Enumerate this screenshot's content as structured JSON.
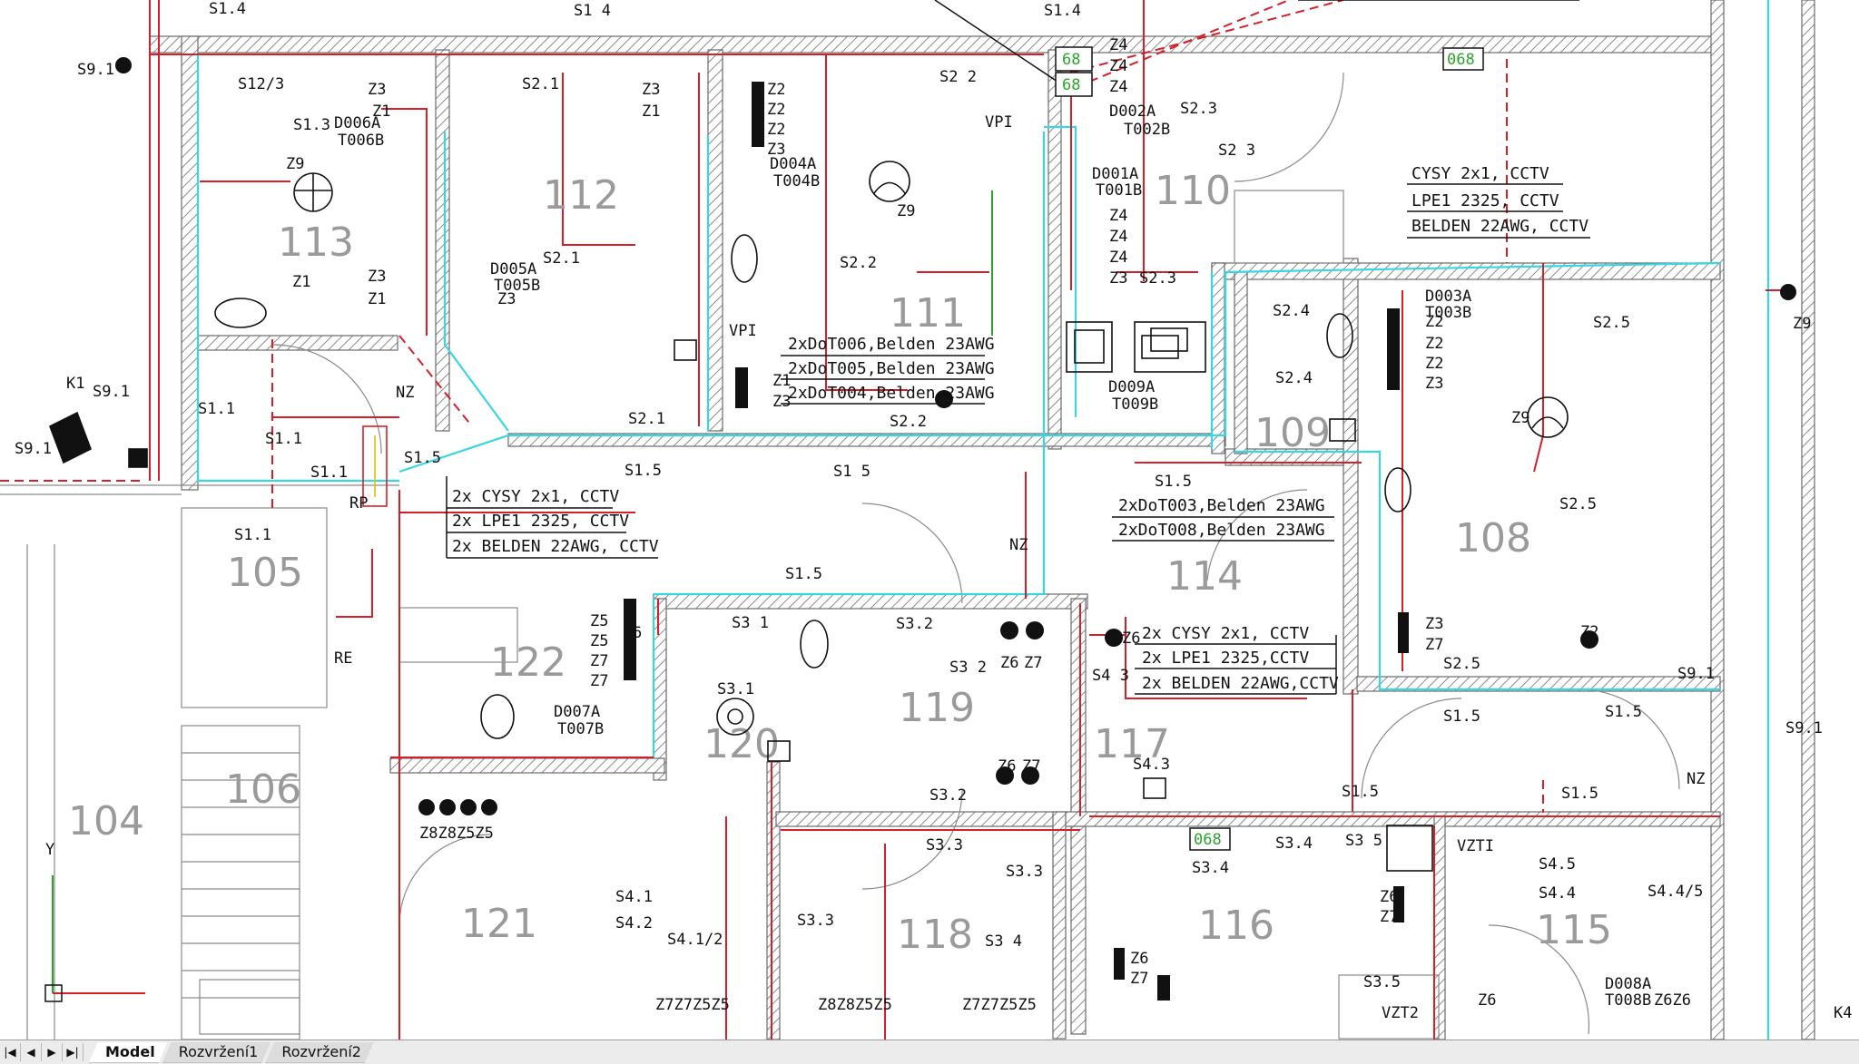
{
  "rooms": [
    {
      "id": "r113",
      "label": "113"
    },
    {
      "id": "r112",
      "label": "112"
    },
    {
      "id": "r111",
      "label": "111"
    },
    {
      "id": "r110",
      "label": "110"
    },
    {
      "id": "r109",
      "label": "109"
    },
    {
      "id": "r108",
      "label": "108"
    },
    {
      "id": "r105",
      "label": "105"
    },
    {
      "id": "r122",
      "label": "122"
    },
    {
      "id": "r120",
      "label": "120"
    },
    {
      "id": "r119",
      "label": "119"
    },
    {
      "id": "r117",
      "label": "117"
    },
    {
      "id": "r114",
      "label": "114"
    },
    {
      "id": "r104",
      "label": "104"
    },
    {
      "id": "r106",
      "label": "106"
    },
    {
      "id": "r121",
      "label": "121"
    },
    {
      "id": "r118",
      "label": "118"
    },
    {
      "id": "r116",
      "label": "116"
    },
    {
      "id": "r115",
      "label": "115"
    }
  ],
  "cable_notes": {
    "top_right": [
      "CYSY 2x1, CCTV",
      "LPE1 2325, CCTV",
      "BELDEN 22AWG, CCTV"
    ],
    "room_111": [
      "2xDoT006,Belden 23AWG",
      "2xDoT005,Belden 23AWG",
      "2xDoT004,Belden 23AWG"
    ],
    "left_mid": [
      "2x CYSY 2x1, CCTV",
      "2x LPE1 2325, CCTV",
      "2x BELDEN 22AWG, CCTV"
    ],
    "room_114": [
      "2xDoT003,Belden 23AWG",
      "2xDoT008,Belden 23AWG"
    ],
    "room_117": [
      "2x CYSY 2x1, CCTV",
      "2x LPE1 2325,CCTV",
      "2x BELDEN 22AWG,CCTV"
    ]
  },
  "device_labels": {
    "S1_4a": "S1.4",
    "S1_4b": "S1 4",
    "S1_4c": "S1.4",
    "S9_1a": "S9.1",
    "S12_3": "S12/3",
    "S2_1a": "S2.1",
    "S2_2a": "S2 2",
    "Z4a": "Z4",
    "Z4b": "Z4",
    "Z4c": "Z4",
    "S2_3a": "S2.3",
    "S2_3b": "S2 3",
    "Z3a": "Z3",
    "Z1a": "Z1",
    "Z3b": "Z3",
    "Z1b": "Z1",
    "Z2a": "Z2",
    "Z2b": "Z2",
    "Z2c": "Z2",
    "Z3c": "Z3",
    "D004A": "D004A",
    "T004B": "T004B",
    "S1_3": "S1.3",
    "D006A": "D006A",
    "T006B": "T006B",
    "Z9a": "Z9",
    "VPI": "VPI",
    "Z9b": "Z9",
    "D002A": "D002A",
    "T002B": "T002B",
    "D001A": "D001A",
    "T001B": "T001B",
    "S2_1b": "S2.1",
    "D005A": "D005A",
    "T005B": "T005B",
    "Z3d": "Z3",
    "Z3e": "Z3",
    "Z1c": "Z1",
    "Z1d": "Z1",
    "S2_2b": "S2.2",
    "Z4d": "Z4",
    "Z4e": "Z4",
    "Z4f": "Z4",
    "Z3f": "Z3",
    "S2_3c": "S2.3",
    "S2_4a": "S2.4",
    "S2_4b": "S2.4",
    "D003A": "D003A",
    "T003B": "T003B",
    "S2_5a": "S2.5",
    "Z9c": "Z9",
    "Z2d": "Z2",
    "Z2e": "Z2",
    "Z2f": "Z2",
    "Z3g": "Z3",
    "K1": "K1",
    "S9_1b": "S9.1",
    "S9_1c": "S9.1",
    "S1_1a": "S1.1",
    "S1_1b": "S1.1",
    "S1_1c": "S1.1",
    "NZa": "NZ",
    "S1_5a": "S1.5",
    "VPIb": "VPI",
    "Z1e": "Z1",
    "Z3h": "Z3",
    "D009A": "D009A",
    "T009B": "T009B",
    "S2_1c": "S2.1",
    "S2_2c": "S2.2",
    "Z9d": "Z9",
    "S2_5b": "S2.5",
    "S1_5b": "S1.5",
    "S1_5c": "S1 5",
    "S1_5d": "S1.5",
    "NZb": "NZ",
    "RP": "RP",
    "S1_1d": "S1.1",
    "RE": "RE",
    "S1_5e": "S1.5",
    "Z5a": "Z5",
    "Z5b": "Z5",
    "Z7a": "Z7",
    "Z7b": "Z7",
    "Z6a": "6",
    "S3_1a": "S3 1",
    "S3_2a": "S3.2",
    "S3_2b": "S3 2",
    "Z6b": "Z6",
    "Z7c": "Z7",
    "Z6c": "Z6",
    "S4_3a": "S4 3",
    "Z3i": "Z3",
    "Z7d": "Z7",
    "S2_5c": "S2.5",
    "Z2g": "Z2",
    "S9_1d": "S9.1",
    "S3_1b": "S3.1",
    "D007A": "D007A",
    "T007B": "T007B",
    "S1_5f": "S1.5",
    "S1_5g": "S1.5",
    "NZc": "NZ",
    "S9_1e": "S9.1",
    "Z8Z8Z5Z5a": "Z8Z8Z5Z5",
    "S4_3b": "S4.3",
    "Z6d": "Z6",
    "Z7e": "Z7",
    "S3_2c": "S3.2",
    "S1_5h": "S1.5",
    "S1_5i": "S1.5",
    "S3_3a": "S3.3",
    "S3_3b": "S3.3",
    "S3_4a": "S3.4",
    "S3_4b": "S3.4",
    "S3_5a": "S3 5",
    "VZTI": "VZTI",
    "S4_5": "S4.5",
    "S4_4": "S4.4",
    "S4_4_5": "S4.4/5",
    "Z6e": "Z6",
    "Z7f": "Z7",
    "S4_1": "S4.1",
    "S4_2": "S4.2",
    "S4_1_2": "S4.1/2",
    "S3_3c": "S3.3",
    "S3_4c": "S3 4",
    "Z6f": "Z6",
    "Z7g": "Z7",
    "S3_5b": "S3.5",
    "VZT2": "VZT2",
    "Z6g": "Z6",
    "D008A": "D008A",
    "T008B": "T008B",
    "Z6Z6": "Z6Z6",
    "Z7Z7Z5Z5a": "Z7Z7Z5Z5",
    "Z8Z8Z5Z5b": "Z8Z8Z5Z5",
    "Z7Z7Z5Z5b": "Z7Z7Z5Z5",
    "K4": "K4",
    "axisY": "Y"
  },
  "badges": {
    "b1": "068",
    "b2": "068",
    "b3": "68",
    "b4": "68"
  },
  "tabs": {
    "nav": [
      "|◀",
      "◀",
      "▶",
      "▶|"
    ],
    "model": "Model",
    "layout1": "Rozvržení1",
    "layout2": "Rozvržení2"
  },
  "colors": {
    "wall": "#8a8a8a",
    "red": "#d4202a",
    "cyan": "#38d6e0",
    "green": "#2aa52a",
    "label": "#111111",
    "room": "#9a9a9a",
    "bg": "#ffffff"
  }
}
